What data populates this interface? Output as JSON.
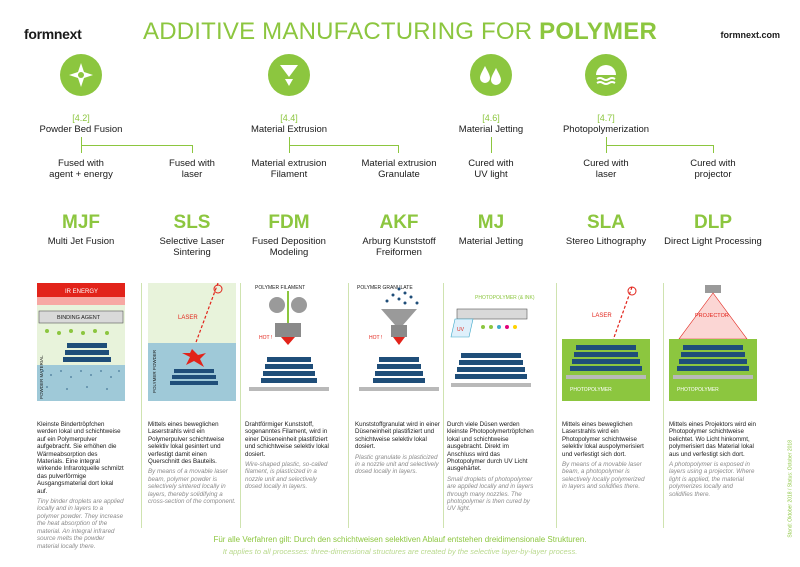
{
  "logo": "formnext",
  "logo_url": "formnext.com",
  "title_normal": "ADDITIVE MANUFACTURING FOR ",
  "title_bold": "POLYMER",
  "categories": [
    {
      "num": "[4.2]",
      "name": "Powder Bed Fusion"
    },
    {
      "num": "[4.4]",
      "name": "Material Extrusion"
    },
    {
      "num": "[4.6]",
      "name": "Material Jetting"
    },
    {
      "num": "[4.7]",
      "name": "Photopolymerization"
    }
  ],
  "processes": [
    {
      "sub1": "Fused with",
      "sub2": "agent + energy",
      "abbr": "MJF",
      "full1": "Multi Jet Fusion",
      "full2": "",
      "labels": [
        "IR ENERGY",
        "BINDING AGENT",
        "POWDER MATERIAL"
      ],
      "de": "Kleinste Bindertröpfchen werden lokal und schichtweise auf ein Polymerpulver aufgebracht. Sie erhöhen die Wärmeabsorption des Materials. Eine integral wirkende Infrarotquelle schmilzt das pulverförmige Ausgangsmaterial dort lokal auf.",
      "en": "Tiny binder droplets are applied locally and in layers to a polymer powder. They increase the heat absorption of the material. An integral infrared source melts the powder material locally there."
    },
    {
      "sub1": "Fused with",
      "sub2": "laser",
      "abbr": "SLS",
      "full1": "Selective Laser",
      "full2": "Sintering",
      "labels": [
        "LASER",
        "POLYMER POWDER"
      ],
      "de": "Mittels eines beweglichen Laserstrahls wird ein Polymerpulver schichtweise selektiv lokal gesintert und verfestigt damit einen Querschnitt des Bauteils.",
      "en": "By means of a movable laser beam, polymer powder is selectively sintered locally in layers, thereby solidifying a cross-section of the component."
    },
    {
      "sub1": "Material extrusion",
      "sub2": "Filament",
      "abbr": "FDM",
      "full1": "Fused Deposition",
      "full2": "Modeling",
      "labels": [
        "POLYMER FILAMENT",
        "HOT !"
      ],
      "de": "Drahtförmiger Kunststoff, sogenanntes Filament, wird in einer Düseneinheit plastifiziert und schichtweise selektiv lokal dosiert.",
      "en": "Wire-shaped plastic, so-called filament, is plasticized in a nozzle unit and selectively dosed locally in layers."
    },
    {
      "sub1": "Material extrusion",
      "sub2": "Granulate",
      "abbr": "AKF",
      "full1": "Arburg Kunststoff",
      "full2": "Freiformen",
      "labels": [
        "POLYMER GRANULATE",
        "HOT !"
      ],
      "de": "Kunststoffgranulat wird in einer Düseneinheit plastifiziert und schichtweise selektiv lokal dosiert.",
      "en": "Plastic granulate is plasticized in a nozzle unit and selectively dosed locally in layers."
    },
    {
      "sub1": "Cured with",
      "sub2": "UV light",
      "abbr": "MJ",
      "full1": "Material Jetting",
      "full2": "",
      "labels": [
        "PHOTOPOLYMER (& INK)",
        "UV"
      ],
      "de": "Durch viele Düsen werden kleinste Photopolymertröpfchen lokal und schichtweise ausgebracht. Direkt im Anschluss wird das Photopolymer durch UV Licht ausgehärtet.",
      "en": "Small droplets of photopolymer are applied locally and in layers through many nozzles. The photopolymer is then cured by UV light."
    },
    {
      "sub1": "Cured with",
      "sub2": "laser",
      "abbr": "SLA",
      "full1": "Stereo Lithography",
      "full2": "",
      "labels": [
        "LASER",
        "PHOTOPOLYMER"
      ],
      "de": "Mittels eines beweglichen Laserstrahls wird ein Photopolymer schichtweise selektiv lokal auspolymerisiert und verfestigt sich dort.",
      "en": "By means of a movable laser beam, a photopolymer is selectively locally polymerized in layers and solidifies there."
    },
    {
      "sub1": "Cured with",
      "sub2": "projector",
      "abbr": "DLP",
      "full1": "Direct Light Processing",
      "full2": "",
      "labels": [
        "PROJECTOR",
        "PHOTOPOLYMER"
      ],
      "de": "Mittels eines Projektors wird ein Photopolymer schichtweise belichtet. Wo Licht hinkommt, polymerisiert das Material lokal aus und verfestigt sich dort.",
      "en": "A photopolymer is exposed in layers using a projector. Where light is applied, the material polymerizes locally and solidifies there."
    }
  ],
  "footer_de": "Für alle Verfahren gilt: Durch den schichtweisen selektiven Ablauf entstehen dreidimensionale Strukturen.",
  "footer_en": "It applies to all processes: three-dimensional structures are created by the selective layer-by-layer process.",
  "stand": "Stand: Oktober 2018 / Status: October 2018",
  "colors": {
    "accent": "#8cc63f",
    "dark_blue": "#1f4e79",
    "teal": "#3fa9c9",
    "red": "#e2231a",
    "gray": "#b9b9b9"
  }
}
